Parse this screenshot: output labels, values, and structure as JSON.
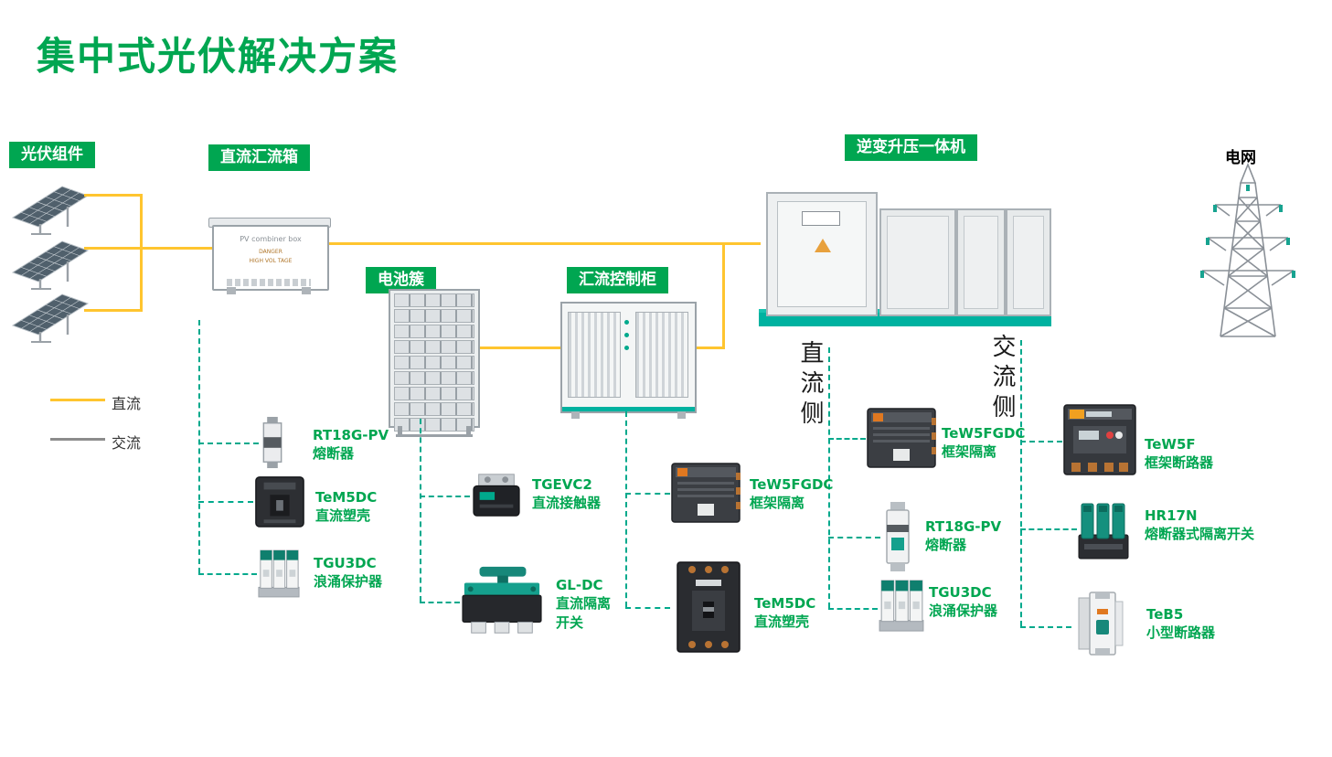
{
  "title": "集中式光伏解决方案",
  "colors": {
    "accent_green": "#00A651",
    "teal_dashed": "#00A98C",
    "dc_yellow": "#FFC52F",
    "ac_gray": "#8C8C8C",
    "platform_teal": "#00B2A0"
  },
  "section_labels": {
    "pv_modules": "光伏组件",
    "dc_combiner_box": "直流汇流箱",
    "battery_cluster": "电池簇",
    "combiner_control_cabinet": "汇流控制柜",
    "inverter_booster": "逆变升压一体机",
    "grid": "电网"
  },
  "side_labels": {
    "dc_side": "直流侧",
    "ac_side": "交流侧"
  },
  "legend": {
    "dc_label": "直流",
    "ac_label": "交流"
  },
  "combiner_box": {
    "caption": "PV combiner box",
    "warning1": "DANGER",
    "warning2": "HIGH VOL TAGE"
  },
  "components": [
    {
      "name": "RT18G-PV",
      "desc": "熔断器"
    },
    {
      "name": "TeM5DC",
      "desc": "直流塑壳"
    },
    {
      "name": "TGU3DC",
      "desc": "浪涌保护器"
    },
    {
      "name": "TGEVC2",
      "desc": "直流接触器"
    },
    {
      "name": "GL-DC",
      "desc": "直流隔离开关"
    },
    {
      "name": "TeW5FGDC",
      "desc": "框架隔离"
    },
    {
      "name": "TeM5DC",
      "desc": "直流塑壳"
    },
    {
      "name": "TeW5FGDC",
      "desc": "框架隔离"
    },
    {
      "name": "RT18G-PV",
      "desc": "熔断器"
    },
    {
      "name": "TGU3DC",
      "desc": "浪涌保护器"
    },
    {
      "name": "TeW5F",
      "desc": "框架断路器"
    },
    {
      "name": "HR17N",
      "desc": "熔断器式隔离开关"
    },
    {
      "name": "TeB5",
      "desc": "小型断路器"
    }
  ]
}
